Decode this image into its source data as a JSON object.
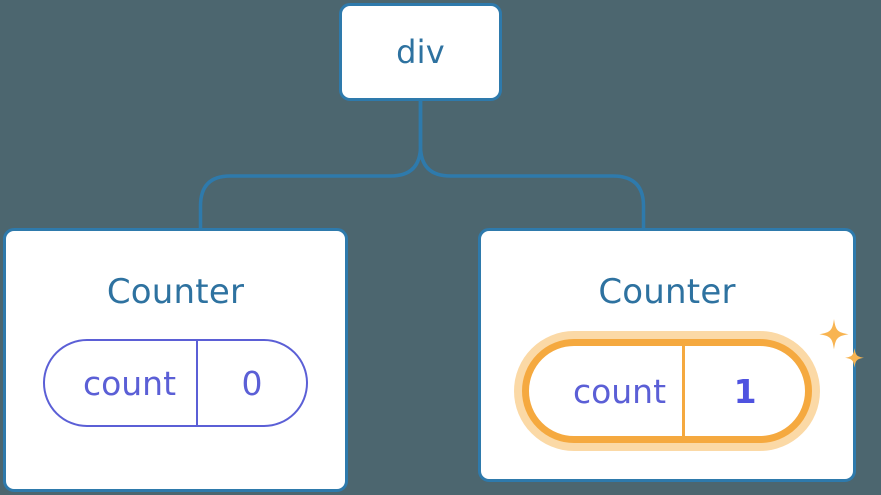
{
  "diagram": {
    "type": "component-tree",
    "background_color": "#4C666F",
    "edge_color": "#2E7AAC",
    "node_border_color": "#2E7AAC",
    "node_fill_color": "#FFFFFF",
    "title_color": "#2E72A0",
    "state_color": "#5B5FD6",
    "highlight_color": "#F5A93F",
    "highlight_glow_color": "#FBD9A6",
    "root": {
      "label": "div"
    },
    "children": [
      {
        "title": "Counter",
        "state": {
          "key": "count",
          "value": "0"
        },
        "highlighted": false,
        "sparkles": false
      },
      {
        "title": "Counter",
        "state": {
          "key": "count",
          "value": "1"
        },
        "highlighted": true,
        "sparkles": true
      }
    ]
  }
}
